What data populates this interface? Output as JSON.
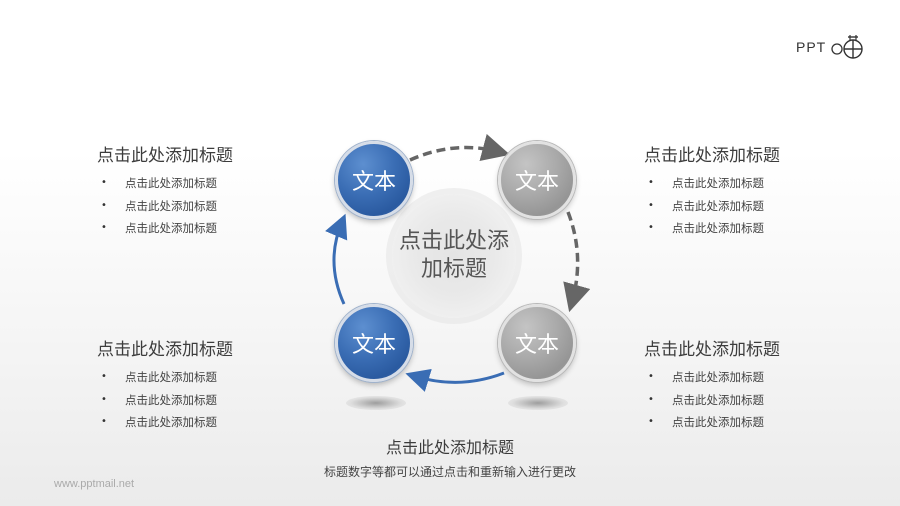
{
  "logo": {
    "text": "PPT",
    "icon": "globe-cross-icon"
  },
  "diagram": {
    "center_title": "点击此处添加标题",
    "nodes": [
      {
        "label": "文本",
        "color": "#3a6db4",
        "position": "top-left"
      },
      {
        "label": "文本",
        "color": "#a8a8a8",
        "position": "top-right"
      },
      {
        "label": "文本",
        "color": "#a8a8a8",
        "position": "bottom-right"
      },
      {
        "label": "文本",
        "color": "#3a6db4",
        "position": "bottom-left"
      }
    ],
    "arrows": [
      {
        "from": "top-left",
        "to": "top-right",
        "style": "dashed",
        "color": "#666666"
      },
      {
        "from": "top-right",
        "to": "bottom-right",
        "style": "dashed",
        "color": "#666666"
      },
      {
        "from": "bottom-right",
        "to": "bottom-left",
        "style": "solid",
        "color": "#3a6db4"
      },
      {
        "from": "bottom-left",
        "to": "top-left",
        "style": "solid",
        "color": "#3a6db4"
      }
    ]
  },
  "blocks": {
    "top_left": {
      "title": "点击此处添加标题",
      "items": [
        "点击此处添加标题",
        "点击此处添加标题",
        "点击此处添加标题"
      ]
    },
    "top_right": {
      "title": "点击此处添加标题",
      "items": [
        "点击此处添加标题",
        "点击此处添加标题",
        "点击此处添加标题"
      ]
    },
    "bottom_left": {
      "title": "点击此处添加标题",
      "items": [
        "点击此处添加标题",
        "点击此处添加标题",
        "点击此处添加标题"
      ]
    },
    "bottom_right": {
      "title": "点击此处添加标题",
      "items": [
        "点击此处添加标题",
        "点击此处添加标题",
        "点击此处添加标题"
      ]
    }
  },
  "footer": {
    "title": "点击此处添加标题",
    "subtitle": "标题数字等都可以通过点击和重新输入进行更改",
    "website": "www.pptmail.net"
  }
}
